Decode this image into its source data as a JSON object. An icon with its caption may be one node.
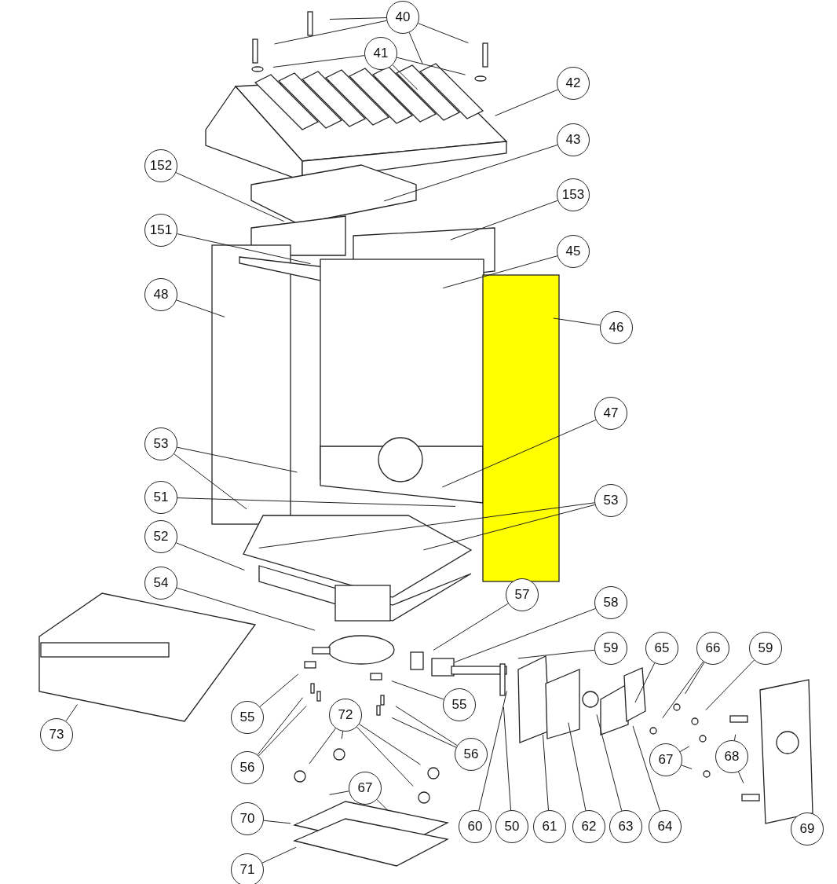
{
  "diagram": {
    "nodes": [
      {
        "text": [
          "40"
        ]
      },
      {
        "text": [
          "41"
        ]
      },
      {
        "text": [
          "42"
        ]
      },
      {
        "text": [
          "43"
        ]
      },
      {
        "text": [
          "152"
        ]
      },
      {
        "text": [
          "153"
        ]
      },
      {
        "text": [
          "151"
        ]
      },
      {
        "text": [
          "45"
        ]
      },
      {
        "text": [
          "48"
        ]
      },
      {
        "text": [
          "46"
        ]
      },
      {
        "text": [
          "47"
        ]
      },
      {
        "text": [
          "53"
        ]
      },
      {
        "text": [
          "51"
        ]
      },
      {
        "text": [
          "53"
        ]
      },
      {
        "text": [
          "52"
        ]
      },
      {
        "text": [
          "54"
        ]
      },
      {
        "text": [
          "57"
        ]
      },
      {
        "text": [
          "58"
        ]
      },
      {
        "text": [
          "59"
        ]
      },
      {
        "text": [
          "65"
        ]
      },
      {
        "text": [
          "66"
        ]
      },
      {
        "text": [
          "59"
        ]
      },
      {
        "text": [
          "55"
        ]
      },
      {
        "text": [
          "55"
        ]
      },
      {
        "text": [
          "72"
        ]
      },
      {
        "text": [
          "73"
        ]
      },
      {
        "text": [
          "67"
        ]
      },
      {
        "text": [
          "68"
        ]
      },
      {
        "text": [
          "56"
        ]
      },
      {
        "text": [
          "56"
        ]
      },
      {
        "text": [
          "67"
        ]
      },
      {
        "text": [
          "70"
        ]
      },
      {
        "text": [
          "60"
        ]
      },
      {
        "text": [
          "50"
        ]
      },
      {
        "text": [
          "61"
        ]
      },
      {
        "text": [
          "62"
        ]
      },
      {
        "text": [
          "63"
        ]
      },
      {
        "text": [
          "64"
        ]
      },
      {
        "text": [
          "69"
        ]
      },
      {
        "text": [
          "71"
        ]
      }
    ],
    "edges": [
      {
        "from": 0,
        "to": null,
        "arrow": "none"
      },
      {
        "from": 0,
        "to": null,
        "arrow": "none"
      },
      {
        "from": 0,
        "to": null,
        "arrow": "none"
      },
      {
        "from": 0,
        "to": null,
        "arrow": "none"
      },
      {
        "from": 1,
        "to": null,
        "arrow": "none"
      },
      {
        "from": 1,
        "to": null,
        "arrow": "none"
      },
      {
        "from": 1,
        "to": null,
        "arrow": "none"
      },
      {
        "from": 2,
        "to": null,
        "arrow": "none"
      },
      {
        "from": 3,
        "to": null,
        "arrow": "none"
      },
      {
        "from": 4,
        "to": null,
        "arrow": "none"
      },
      {
        "from": 5,
        "to": null,
        "arrow": "none"
      },
      {
        "from": 6,
        "to": null,
        "arrow": "none"
      },
      {
        "from": 7,
        "to": null,
        "arrow": "none"
      },
      {
        "from": 8,
        "to": null,
        "arrow": "none"
      },
      {
        "from": 9,
        "to": null,
        "arrow": "none"
      },
      {
        "from": 10,
        "to": null,
        "arrow": "none"
      },
      {
        "from": 11,
        "to": null,
        "arrow": "none"
      },
      {
        "from": 11,
        "to": null,
        "arrow": "none"
      },
      {
        "from": 12,
        "to": null,
        "arrow": "none"
      },
      {
        "from": 13,
        "to": null,
        "arrow": "none"
      },
      {
        "from": 13,
        "to": null,
        "arrow": "none"
      },
      {
        "from": 14,
        "to": null,
        "arrow": "none"
      },
      {
        "from": 15,
        "to": null,
        "arrow": "none"
      },
      {
        "from": 16,
        "to": null,
        "arrow": "none"
      },
      {
        "from": 17,
        "to": null,
        "arrow": "none"
      },
      {
        "from": 18,
        "to": null,
        "arrow": "none"
      },
      {
        "from": 19,
        "to": null,
        "arrow": "none"
      },
      {
        "from": 20,
        "to": null,
        "arrow": "none"
      },
      {
        "from": 20,
        "to": null,
        "arrow": "none"
      },
      {
        "from": 21,
        "to": null,
        "arrow": "none"
      },
      {
        "from": 22,
        "to": null,
        "arrow": "none"
      },
      {
        "from": 23,
        "to": null,
        "arrow": "none"
      },
      {
        "from": 24,
        "to": null,
        "arrow": "none"
      },
      {
        "from": 24,
        "to": null,
        "arrow": "none"
      },
      {
        "from": 24,
        "to": null,
        "arrow": "none"
      },
      {
        "from": 24,
        "to": null,
        "arrow": "none"
      },
      {
        "from": 25,
        "to": null,
        "arrow": "none"
      },
      {
        "from": 26,
        "to": null,
        "arrow": "none"
      },
      {
        "from": 26,
        "to": null,
        "arrow": "none"
      },
      {
        "from": 27,
        "to": null,
        "arrow": "none"
      },
      {
        "from": 27,
        "to": null,
        "arrow": "none"
      },
      {
        "from": 28,
        "to": null,
        "arrow": "none"
      },
      {
        "from": 28,
        "to": null,
        "arrow": "none"
      },
      {
        "from": 29,
        "to": null,
        "arrow": "none"
      },
      {
        "from": 29,
        "to": null,
        "arrow": "none"
      },
      {
        "from": 30,
        "to": null,
        "arrow": "none"
      },
      {
        "from": 30,
        "to": null,
        "arrow": "none"
      },
      {
        "from": 31,
        "to": null,
        "arrow": "none"
      },
      {
        "from": 32,
        "to": null,
        "arrow": "none"
      },
      {
        "from": 33,
        "to": null,
        "arrow": "none"
      },
      {
        "from": 34,
        "to": null,
        "arrow": "none"
      },
      {
        "from": 35,
        "to": null,
        "arrow": "none"
      },
      {
        "from": 36,
        "to": null,
        "arrow": "none"
      },
      {
        "from": 37,
        "to": null,
        "arrow": "none"
      },
      {
        "from": 38,
        "to": null,
        "arrow": "none"
      },
      {
        "from": 39,
        "to": null,
        "arrow": "none"
      }
    ]
  }
}
